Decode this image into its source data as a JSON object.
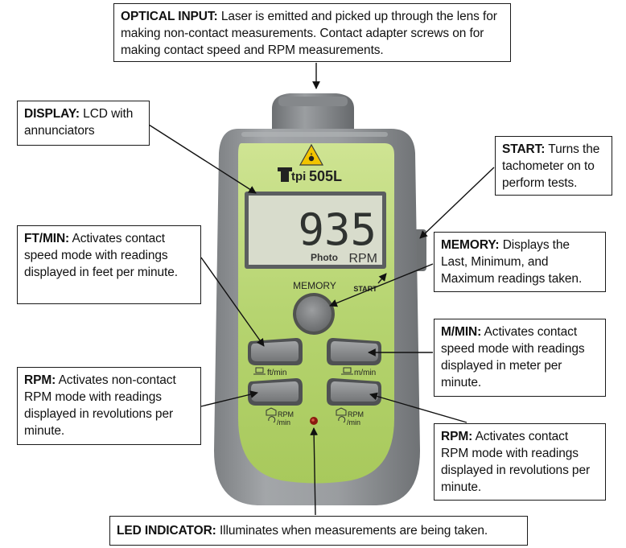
{
  "device": {
    "brand": "tpi",
    "model": "505L",
    "reading": "935",
    "mode_left": "Photo",
    "mode_right": "RPM",
    "memory_label": "MEMORY",
    "start_label": "START",
    "ftmin_label": "ft/min",
    "mmin_label": "m/min",
    "rpm_label": "RPM",
    "per_min_label": "/min"
  },
  "callouts": {
    "optical": {
      "label": "OPTICAL INPUT:",
      "text": " Laser is emitted and picked up through the lens for making non-contact measurements. Contact adapter screws on for making contact speed and RPM measurements."
    },
    "display": {
      "label": "DISPLAY:",
      "text": " LCD with annunciators"
    },
    "start": {
      "label": "START:",
      "text": " Turns the tachometer on to perform tests."
    },
    "ftmin": {
      "label": "FT/MIN:",
      "text": " Activates contact speed mode with readings displayed in feet per minute."
    },
    "memory": {
      "label": "MEMORY:",
      "text": " Displays the Last, Minimum, and Maximum readings taken."
    },
    "mmin": {
      "label": "M/MIN:",
      "text": " Activates contact speed mode with readings displayed in meter per minute."
    },
    "rpm_left": {
      "label": "RPM:",
      "text": " Activates non-contact RPM mode with readings displayed in revolutions per minute."
    },
    "rpm_right": {
      "label": "RPM:",
      "text": " Activates contact RPM mode with readings displayed in revolutions per minute."
    },
    "led": {
      "label": "LED INDICATOR:",
      "text": " Illuminates when measurements are being taken."
    }
  },
  "colors": {
    "body_gray": "#8f9295",
    "body_gray_dark": "#6e7174",
    "face_green": "#b9d676",
    "face_green_light": "#d2e79a",
    "lcd_bg": "#d8dccc",
    "button_gray": "#8a8c8e",
    "led_red": "#8b1a10"
  }
}
